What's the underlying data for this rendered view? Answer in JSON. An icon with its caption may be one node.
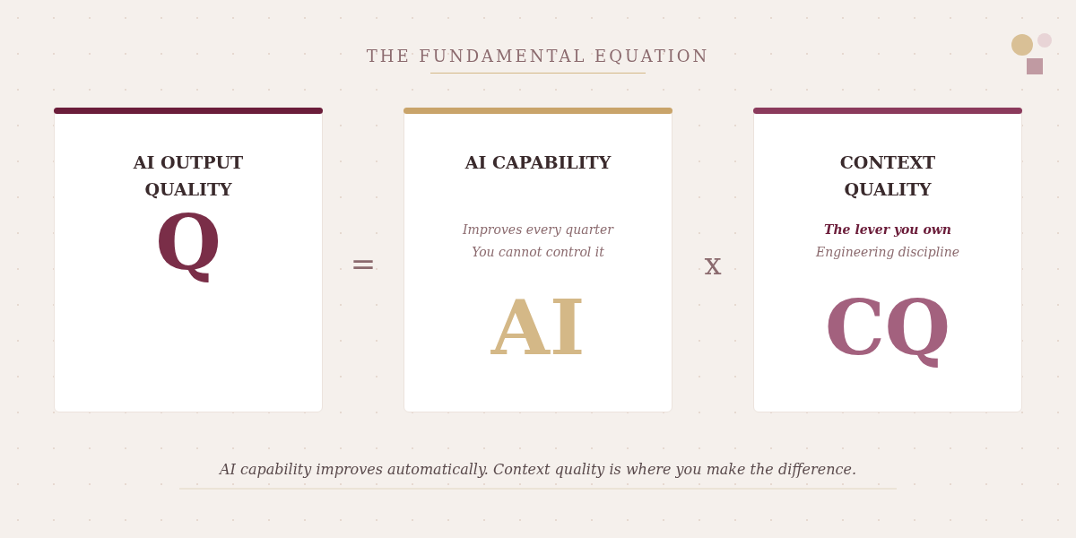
{
  "diagram": {
    "title": "THE FUNDAMENTAL EQUATION",
    "caption": "AI capability improves automatically. Context quality is where you make the difference.",
    "nodes": [
      {
        "text": [
          "AI OUTPUT QUALITY",
          "Q"
        ]
      },
      {
        "text": [
          "AI CAPABILITY",
          "Improves every quarter",
          "You cannot control it",
          "AI"
        ]
      },
      {
        "text": [
          "CONTEXT QUALITY",
          "The lever you own",
          "Engineering discipline",
          "CQ"
        ]
      }
    ],
    "labels": [
      "=",
      "x"
    ]
  }
}
